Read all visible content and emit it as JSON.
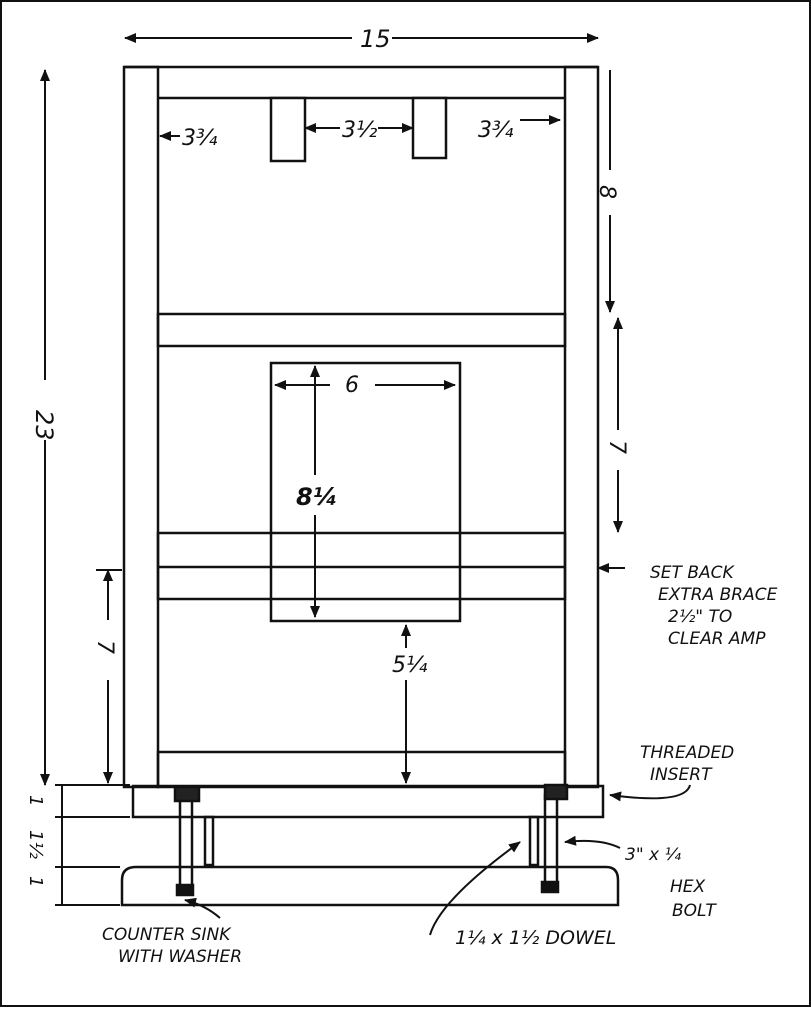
{
  "drawing": {
    "ink_color": "#111111",
    "paper_color": "#ffffff",
    "dimensions": {
      "overall_width": "15",
      "overall_height": "23",
      "left_gap": "3¾",
      "middle_gap": "3½",
      "right_gap": "3¾",
      "upper_bay": "8",
      "middle_bay": "7",
      "window_width": "6",
      "window_height": "8¼",
      "lower_bay": "7",
      "lower_gap": "5¼",
      "base_rail": "1",
      "bolt_gap": "1½",
      "foot": "1"
    },
    "notes": {
      "set_back_1": "SET BACK",
      "set_back_2": "EXTRA BRACE",
      "set_back_3": "2½\" TO",
      "set_back_4": "CLEAR AMP",
      "threaded_1": "THREADED",
      "threaded_2": "INSERT",
      "bolt_1": "3\" x ¼",
      "bolt_2": "HEX",
      "bolt_3": "BOLT",
      "dowel": "1¼ x 1½ DOWEL",
      "counter_1": "COUNTER SINK",
      "counter_2": "WITH WASHER"
    }
  }
}
